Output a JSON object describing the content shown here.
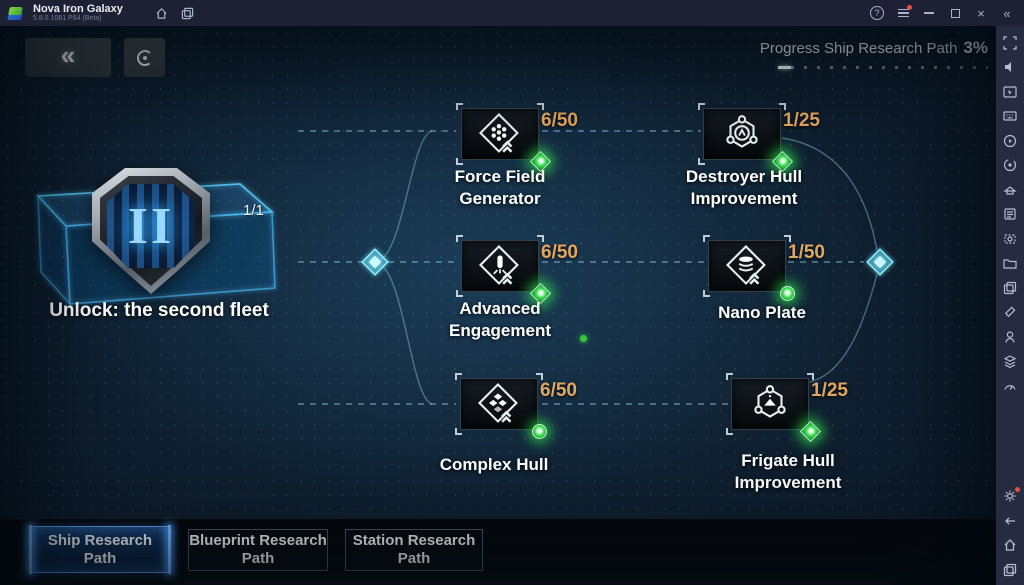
{
  "titlebar": {
    "app_name": "Nova Iron Galaxy",
    "version": "5.8.0.1081 P64 (Beta)",
    "help_glyph": "?",
    "close_glyph": "×",
    "collapse_glyph": "«"
  },
  "sidebar": {
    "icons": [
      "fullscreen-icon",
      "volume-icon",
      "cursor-box-icon",
      "game-controls-icon",
      "macro-recorder-icon",
      "rotate-icon",
      "farm-mode-icon",
      "script-icon",
      "screenshot-icon",
      "media-manager-icon",
      "multi-instance-icon",
      "eraser-icon",
      "shake-icon",
      "eco-mode-icon",
      "performance-icon",
      "settings-gear-icon",
      "back-icon",
      "home-icon",
      "recent-apps-icon"
    ]
  },
  "header": {
    "back_glyph": "«",
    "progress_label": "Progress Ship Research Path",
    "progress_value": "3%"
  },
  "fleet": {
    "count": "1/1",
    "numeral": "II",
    "caption": "Unlock: the second fleet"
  },
  "nodes": [
    {
      "id": "force-field-generator",
      "label": "Force Field Generator",
      "count": "6/50",
      "icon": "force-field-icon"
    },
    {
      "id": "destroyer-hull-improvement",
      "label": "Destroyer Hull Improvement",
      "count": "1/25",
      "icon": "destroyer-hull-icon"
    },
    {
      "id": "advanced-engagement",
      "label": "Advanced Engagement",
      "count": "6/50",
      "icon": "advanced-engagement-icon"
    },
    {
      "id": "nano-plate",
      "label": "Nano Plate",
      "count": "1/50",
      "icon": "nano-plate-icon"
    },
    {
      "id": "complex-hull",
      "label": "Complex Hull",
      "count": "6/50",
      "icon": "complex-hull-icon"
    },
    {
      "id": "frigate-hull-improvement",
      "label": "Frigate Hull Improvement",
      "count": "1/25",
      "icon": "frigate-hull-icon"
    }
  ],
  "tabs": [
    {
      "label": "Ship Research Path",
      "active": true
    },
    {
      "label": "Blueprint Research Path",
      "active": false
    },
    {
      "label": "Station Research Path",
      "active": false
    }
  ],
  "colors": {
    "accent_blue": "#5d9ae6",
    "count_orange": "#e2a75f",
    "badge_green": "#2ecc40",
    "connector_cyan": "#7ff0ff"
  }
}
